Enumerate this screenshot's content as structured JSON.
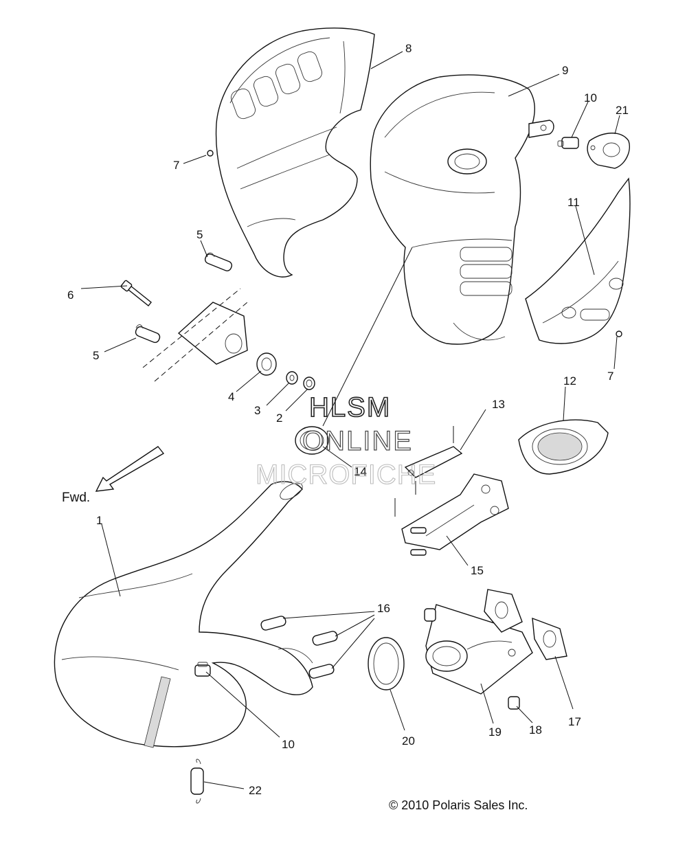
{
  "callouts": {
    "c1": "1",
    "c2": "2",
    "c3": "3",
    "c4": "4",
    "c5a": "5",
    "c5b": "5",
    "c6": "6",
    "c7a": "7",
    "c7b": "7",
    "c8": "8",
    "c9": "9",
    "c10a": "10",
    "c10b": "10",
    "c11": "11",
    "c12": "12",
    "c13": "13",
    "c14": "14",
    "c15": "15",
    "c16": "16",
    "c17": "17",
    "c18": "18",
    "c19": "19",
    "c20": "20",
    "c21": "21",
    "c22": "22"
  },
  "direction_label": "Fwd.",
  "copyright": "© 2010 Polaris Sales Inc.",
  "watermark": {
    "line1": "HLSM",
    "line2": "ONLINE",
    "line3": "MICROFICHE"
  }
}
